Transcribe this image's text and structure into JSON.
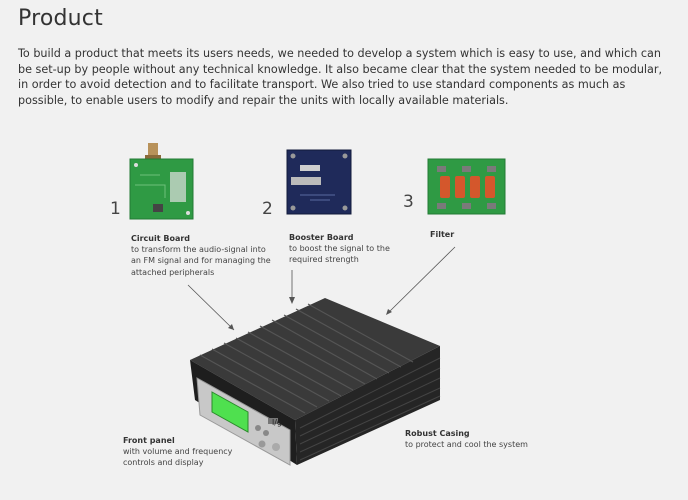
{
  "page": {
    "title": "Product",
    "intro": "To build a product that meets its users needs, we needed to develop a system which is easy to use, and which can be set-up by people without any technical knowledge. It also became clear that the system needed to be modular, in order to avoid detection and to facilitate transport. We also tried to use standard components as much as possible, to enable users to modify and repair the units with locally available materials."
  },
  "components": [
    {
      "number": "1",
      "title": "Circuit Board",
      "desc": "to transform the audio-signal into an FM signal and for managing the attached peripherals",
      "color": "#2e8b3f"
    },
    {
      "number": "2",
      "title": "Booster Board",
      "desc": "to boost the signal to the required strength",
      "color": "#1f2a5a"
    },
    {
      "number": "3",
      "title": "Filter",
      "desc": "",
      "color": "#2e8b3f"
    }
  ],
  "parts": [
    {
      "title": "Front panel",
      "desc": "with volume and frequency controls and display"
    },
    {
      "title": "Robust Casing",
      "desc": "to protect and cool the system"
    }
  ],
  "device": {
    "panel_label": "l/g",
    "casing_color": "#2a2a2a",
    "display_color": "#4fe04f"
  }
}
